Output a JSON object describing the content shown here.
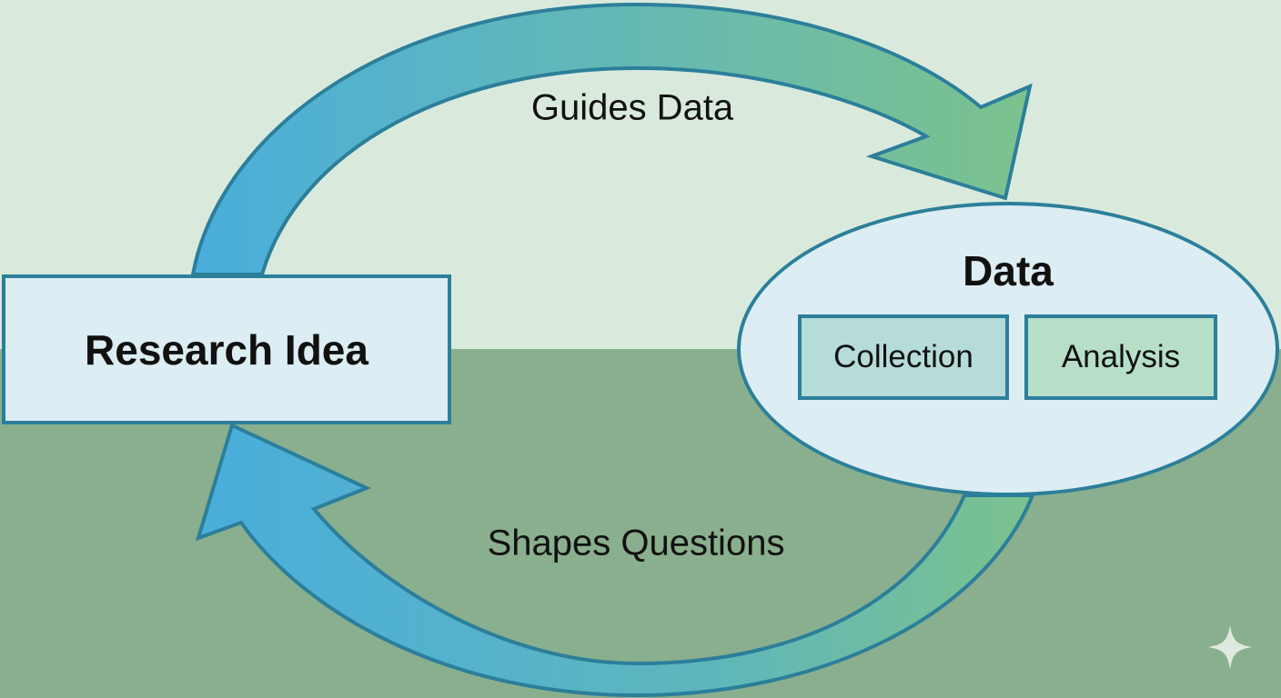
{
  "nodes": {
    "research_idea": "Research Idea",
    "data": {
      "title": "Data",
      "parts": [
        "Collection",
        "Analysis"
      ]
    }
  },
  "edges": {
    "top": "Guides Data",
    "bottom": "Shapes Questions"
  },
  "colors": {
    "stroke": "#2c7f9a",
    "arrow_blue": "#4aaedc",
    "arrow_green": "#7cc28e",
    "bg_top": "#d9eadd",
    "bg_bottom": "#8aaf8e"
  }
}
